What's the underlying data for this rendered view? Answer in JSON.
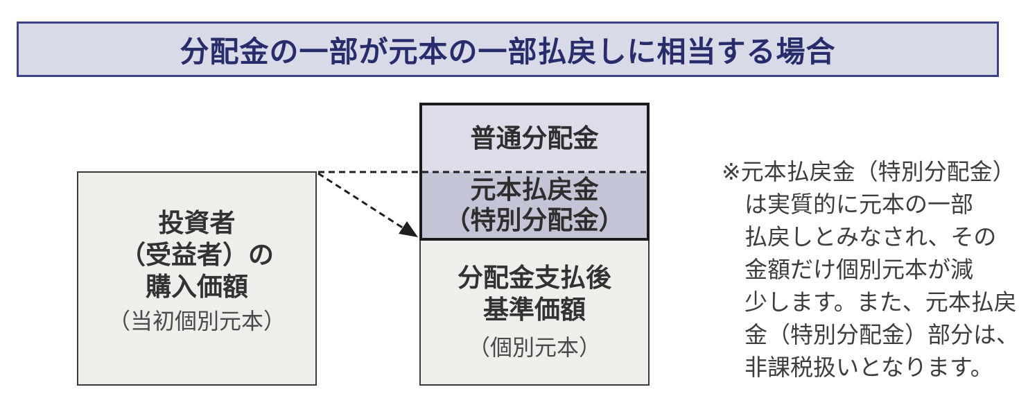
{
  "title": {
    "text": "分配金の一部が元本の一部払戻しに相当する場合"
  },
  "left_box": {
    "line1": "投資者",
    "line2": "（受益者）の",
    "line3": "購入価額",
    "caption": "（当初個別元本）"
  },
  "bar": {
    "ordinary": {
      "label": "普通分配金"
    },
    "principal_refund": {
      "label_line1": "元本払戻金",
      "label_line2": "（特別分配金）"
    },
    "nav_after": {
      "line1": "分配金支払後",
      "line2": "基準価額",
      "caption": "（個別元本）"
    }
  },
  "footnote": {
    "lines": [
      "※元本払戻金（特別分配金）",
      "は実質的に元本の一部",
      "払戻しとみなされ、その",
      "金額だけ個別元本が減",
      "少します。また、元本払戻",
      "金（特別分配金）部分は、",
      "非課税扱いとなります。"
    ]
  },
  "colors": {
    "banner_bg": "#d9dae7",
    "banner_border": "#3b4285",
    "banner_text": "#272d6b",
    "ordinary_section_bg": "#dcdde9",
    "principal_section_bg": "#c3c5d7",
    "gray_box_bg": "#efeeeb",
    "thick_border": "#1c1c1c",
    "thin_border": "#3a3a3a",
    "dashed_line": "#1f1f1f"
  }
}
